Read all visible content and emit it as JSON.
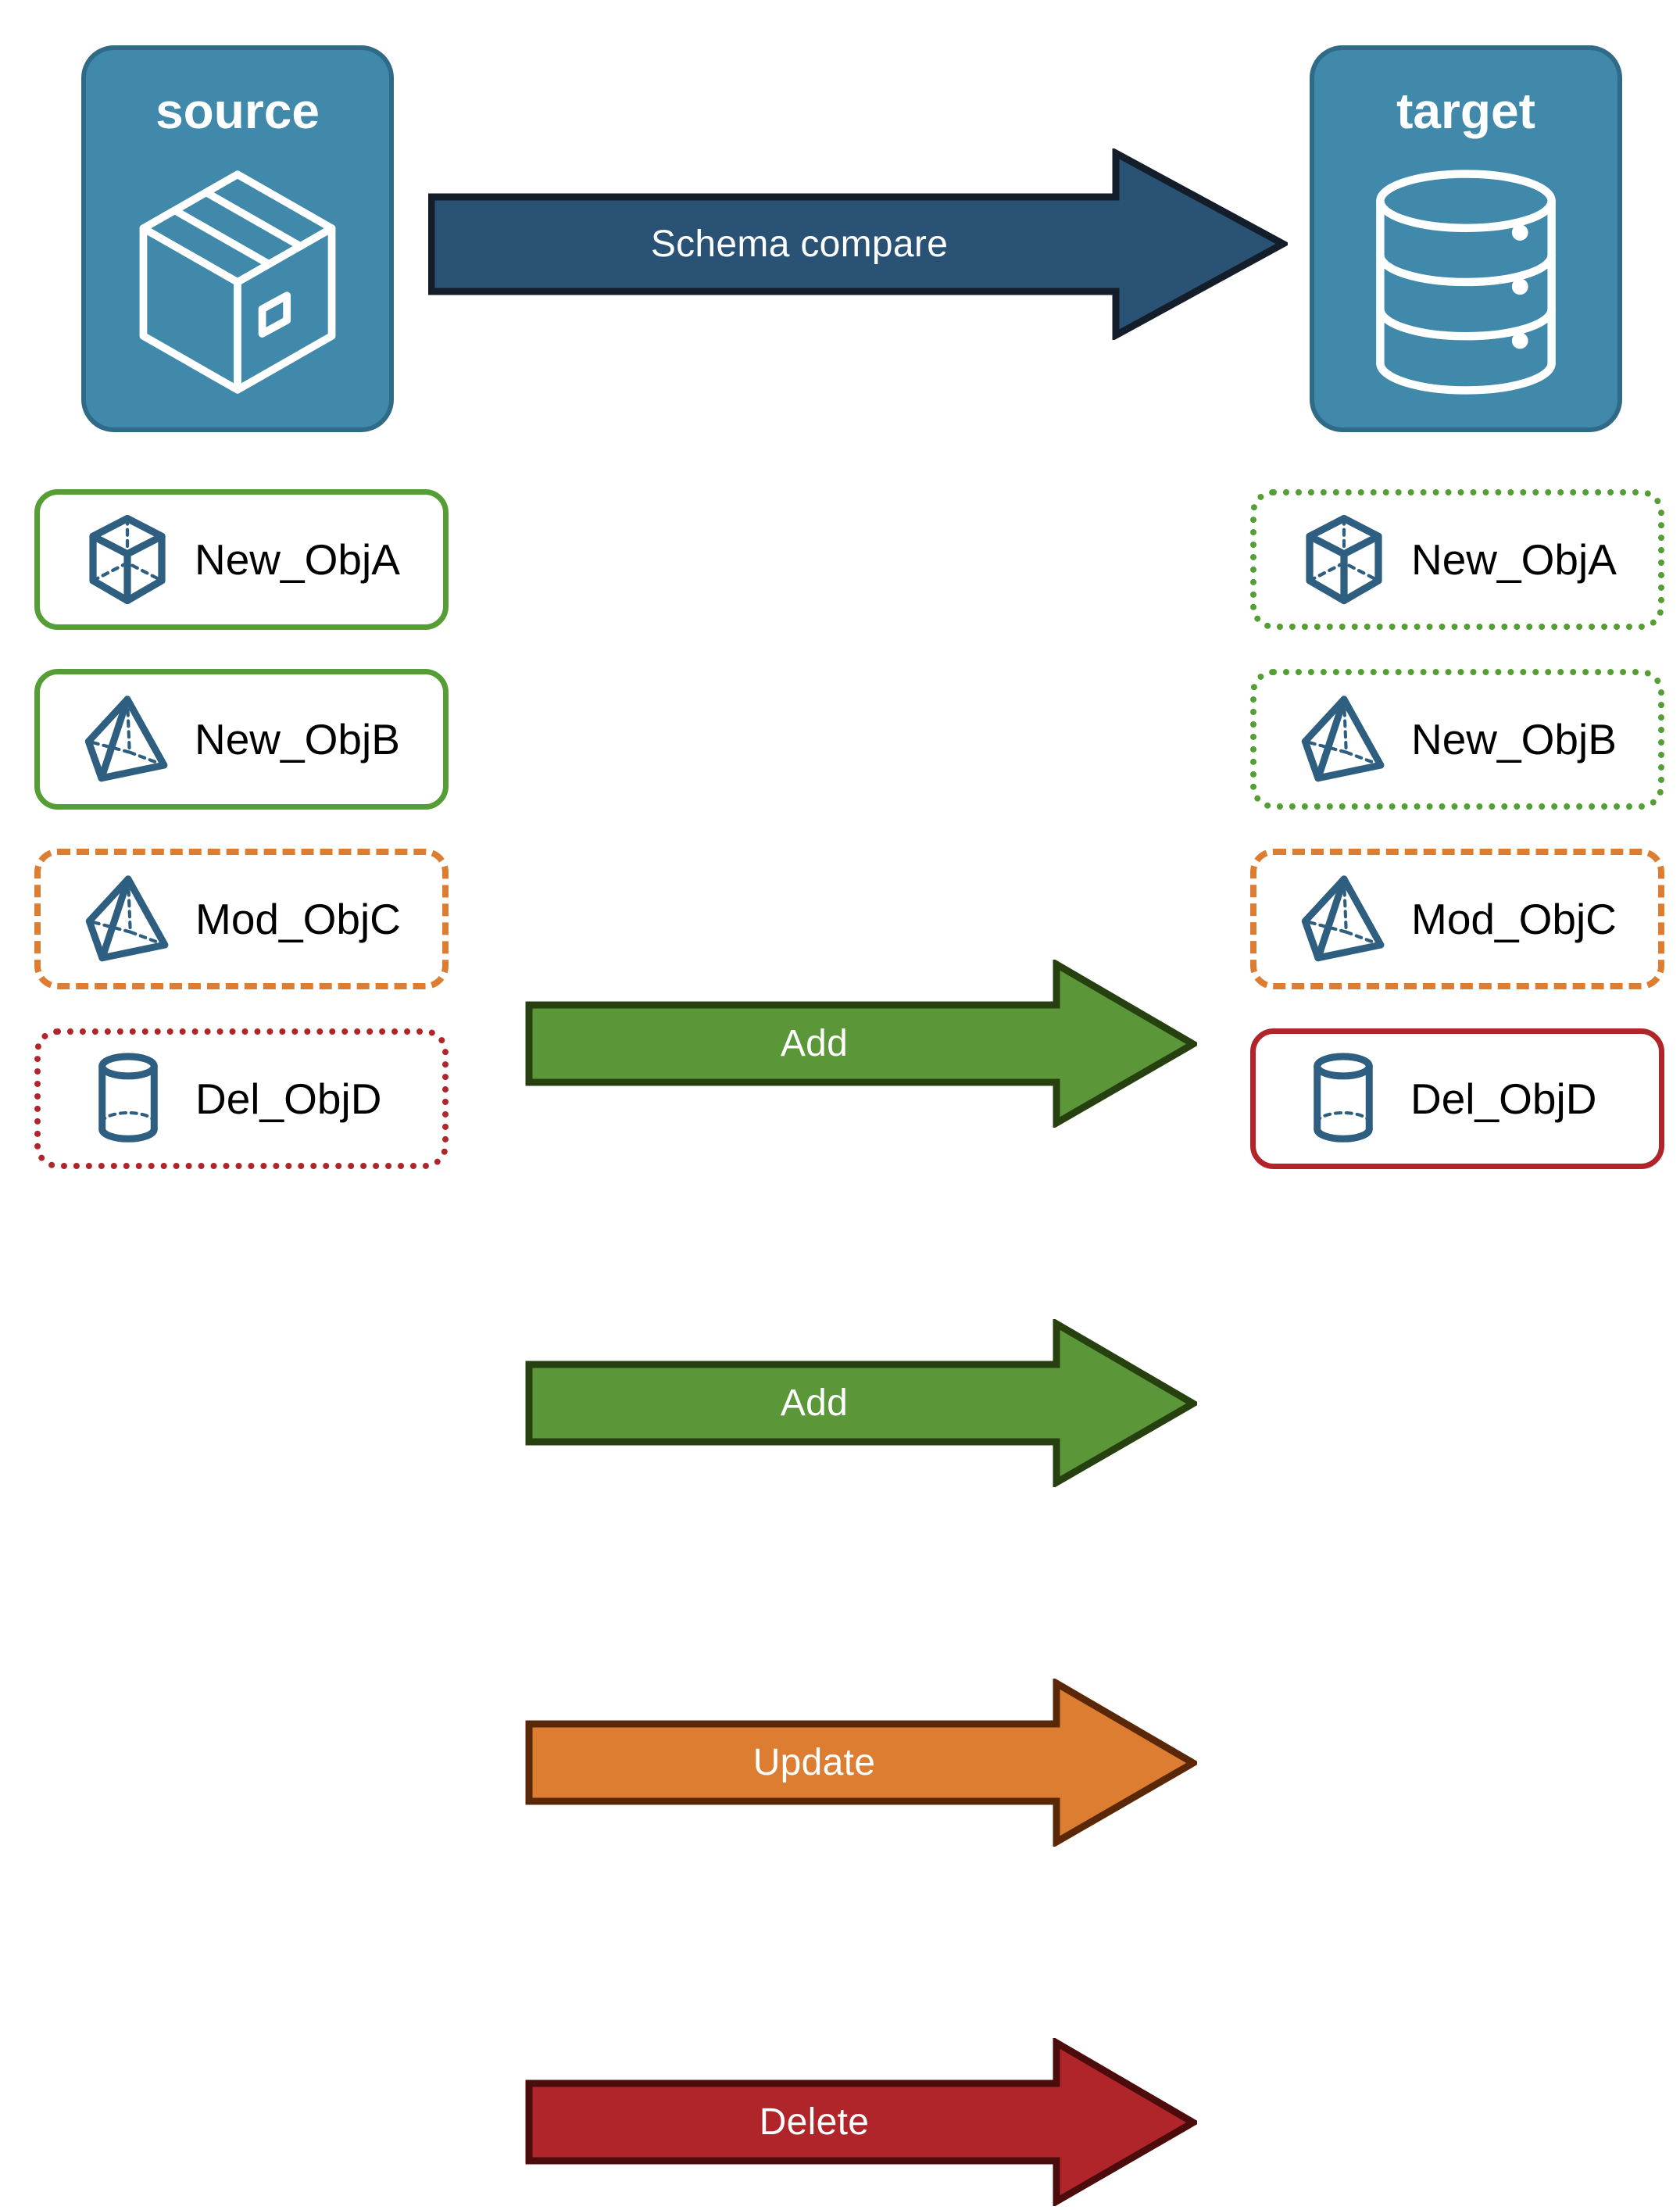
{
  "diagram": {
    "title": "Schema compare",
    "endpoints": {
      "source": {
        "label": "source",
        "icon": "package-box-icon"
      },
      "target": {
        "label": "target",
        "icon": "database-cylinder-icon"
      }
    },
    "main_arrow": {
      "label": "Schema compare",
      "fill": "#2a5274",
      "stroke": "#141e2b"
    },
    "rows": [
      {
        "source_label": "New_ObjA",
        "target_label": "New_ObjA",
        "action": "Add",
        "icon": "cube-wireframe-icon",
        "arrow_fill": "#5b9639",
        "arrow_stroke": "#26400f",
        "source_border_style": "solid",
        "source_border_color": "#549e35",
        "target_border_style": "dotted",
        "target_border_color": "#549e35"
      },
      {
        "source_label": "New_ObjB",
        "target_label": "New_ObjB",
        "action": "Add",
        "icon": "pyramid-wireframe-icon",
        "arrow_fill": "#5b9639",
        "arrow_stroke": "#26400f",
        "source_border_style": "solid",
        "source_border_color": "#549e35",
        "target_border_style": "dotted",
        "target_border_color": "#549e35"
      },
      {
        "source_label": "Mod_ObjC",
        "target_label": "Mod_ObjC",
        "action": "Update",
        "icon": "pyramid-wireframe-icon",
        "arrow_fill": "#dd7d32",
        "arrow_stroke": "#5a2708",
        "source_border_style": "dashed",
        "source_border_color": "#dd7d32",
        "target_border_style": "dashed",
        "target_border_color": "#dd7d32"
      },
      {
        "source_label": "Del_ObjD",
        "target_label": "Del_ObjD",
        "action": "Delete",
        "icon": "cylinder-wireframe-icon",
        "arrow_fill": "#b0252a",
        "arrow_stroke": "#4c0c0c",
        "source_border_style": "dotted",
        "source_border_color": "#b0252a",
        "target_border_style": "solid",
        "target_border_color": "#b0252a"
      }
    ],
    "colors": {
      "endpoint_fill": "#4089ab",
      "endpoint_border": "#2f6a86",
      "object_icon": "#2f5f80",
      "background": "#ffffff",
      "text": "#000000"
    }
  }
}
